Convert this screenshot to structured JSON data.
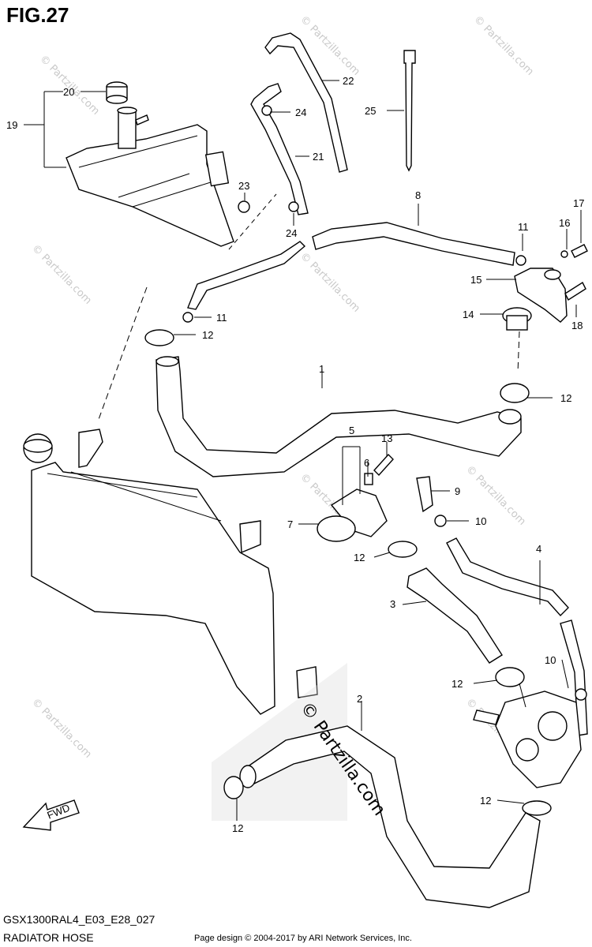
{
  "figure": {
    "title": "FIG.27",
    "code": "GSX1300RAL4_E03_E28_027",
    "name": "RADIATOR HOSE",
    "credit": "Page design © 2004-2017 by ARI Network Services, Inc."
  },
  "watermark": {
    "text": "© Partzilla.com",
    "main": "© Partzilla.com"
  },
  "fwd_label": "FWD",
  "callouts": [
    "1",
    "2",
    "3",
    "4",
    "5",
    "6",
    "7",
    "8",
    "9",
    "10",
    "11",
    "12",
    "13",
    "14",
    "15",
    "16",
    "17",
    "18",
    "19",
    "20",
    "21",
    "22",
    "23",
    "24",
    "25"
  ]
}
